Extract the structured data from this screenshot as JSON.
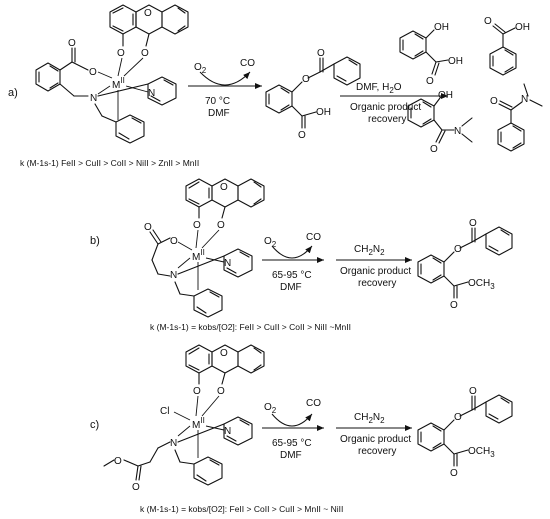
{
  "panels": [
    {
      "label": "a)",
      "metal": "M",
      "metal_ox": "II",
      "gas_in": "O",
      "gas_in_sub": "2",
      "gas_out": "CO",
      "conditions_1": "70 °C",
      "conditions_2": "DMF",
      "step2_reagent": "DMF, H",
      "step2_reagent_sub": "2",
      "step2_reagent_tail": "O",
      "step2_line1": "Organic product",
      "step2_line2": "recovery",
      "products_acids": [
        "OH",
        "O",
        "OH",
        "O",
        "OH"
      ],
      "products_amides": [
        "OH",
        "O",
        "N",
        "O",
        "N"
      ],
      "rate_lead": "k (M",
      "rate_sup": "-1",
      "rate_mid": "s",
      "rate_sup2": "-1",
      "rate_tail": ") Fe",
      "rate_order": "Fe > Cu > Co > Ni > Zn > Mn"
    },
    {
      "label": "b)",
      "metal": "M",
      "metal_ox": "II",
      "gas_in": "O",
      "gas_in_sub": "2",
      "gas_out": "CO",
      "conditions_1": "65-95 °C",
      "conditions_2": "DMF",
      "step2_reagent": "CH",
      "step2_reagent_sub": "2",
      "step2_reagent_tail": "N",
      "step2_reagent_sub2": "2",
      "step2_line1": "Organic product",
      "step2_line2": "recovery",
      "product_label": "OCH",
      "product_label_sub": "3",
      "rate_order": "Fe > Cu > Co > Ni ~Mn"
    },
    {
      "label": "c)",
      "metal": "M",
      "metal_ox": "II",
      "ligand_extra": "Cl",
      "gas_in": "O",
      "gas_in_sub": "2",
      "gas_out": "CO",
      "conditions_1": "65-95 °C",
      "conditions_2": "DMF",
      "step2_reagent": "CH",
      "step2_reagent_sub": "2",
      "step2_reagent_tail": "N",
      "step2_reagent_sub2": "2",
      "step2_line1": "Organic product",
      "step2_line2": "recovery",
      "product_label": "OCH",
      "product_label_sub": "3",
      "rate_order": "Fe > Co > Cu > Mn ~ Ni"
    }
  ],
  "atoms": {
    "O": "O",
    "N": "N",
    "OH": "OH"
  },
  "rate_text": {
    "a": "k (M-1s-1) FeII > CuII > CoII > NiII > ZnII > MnII",
    "b": "k (M-1s-1) = kobs/[O2]:  FeII > CuII > CoII > NiII ~MnII",
    "c": "k (M-1s-1) = kobs/[O2]:  FeII > CoII > CuII > MnII ~ NiII"
  }
}
